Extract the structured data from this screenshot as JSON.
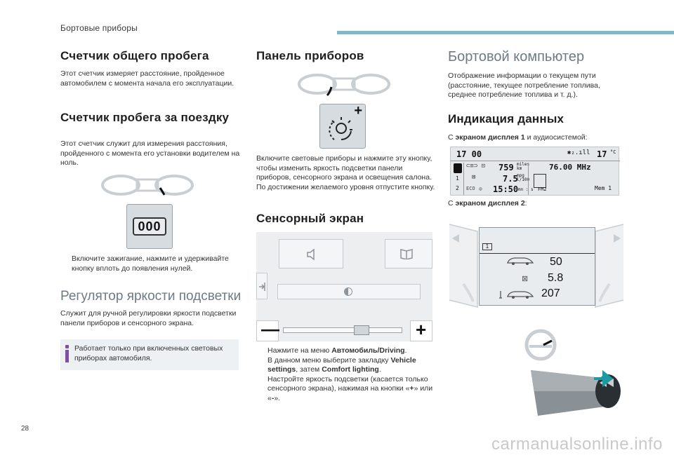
{
  "header": {
    "section_title": "Бортовые приборы"
  },
  "page_number": "28",
  "watermark": "carmanualsonline.info",
  "col1": {
    "odometer_title": "Счетчик общего пробега",
    "odometer_text": "Этот счетчик измеряет расстояние, пройденное автомобилем с момента начала его эксплуатации.",
    "trip_title": "Счетчик пробега за поездку",
    "trip_text": "Этот счетчик служит для измерения расстояния, пройденного с момента его установки водителем на ноль.",
    "trip_button_label": "000",
    "trip_bullet_mark": "",
    "trip_bullet": "Включите зажигание, нажмите и удерживайте кнопку вплоть до появления нулей.",
    "dimmer_title": "Регулятор яркости подсветки",
    "dimmer_text": "Служит для ручной регулировки яркости подсветки панели приборов и сенсорного экрана.",
    "note_text": "Работает только при включенных световых приборах автомобиля."
  },
  "col2": {
    "panel_title": "Панель приборов",
    "panel_text": "Включите световые приборы и нажмите эту кнопку, чтобы изменить яркость подсветки панели приборов, сенсорного экрана и освещения салона. По достижении желаемого уровня отпустите кнопку.",
    "plus_sign": "+",
    "touch_title": "Сенсорный экран",
    "slider_minus": "—",
    "slider_plus": "+",
    "bullets": [
      {
        "mark": "",
        "text_pre": "Нажмите на меню ",
        "bold": "Автомобиль/Driving",
        "text_post": "."
      },
      {
        "mark": "",
        "text_pre": "В данном меню выберите закладку ",
        "bold": "Vehicle settings",
        "text_post": ", затем ",
        "bold2": "Comfort lighting",
        "text_post2": "."
      },
      {
        "mark": "",
        "text_pre": "Настройте яркость подсветки (касается только сенсорного экрана), нажимая на кнопки «",
        "bold": "+",
        "text_post": "» или «",
        "bold2": "-",
        "text_post2": "»."
      }
    ]
  },
  "col3": {
    "computer_title": "Бортовой компьютер",
    "computer_text": "Отображение информации о текущем пути (расстояние, текущее потребление топлива, среднее потребление топлива и т. д.).",
    "display_title": "Индикация данных",
    "display1_pre": "С ",
    "display1_bold": "экраном дисплея 1",
    "display1_post": " и аудиосистемой:",
    "display2_pre": "С ",
    "display2_bold": "экраном дисплея 2",
    "display2_post": ":",
    "screen1": {
      "time": "17 00",
      "temp": "17",
      "temp_unit": "°C",
      "range": "759",
      "range_unit": "miles km",
      "consumption": "7.5",
      "consumption_unit": "mpg l/100",
      "trip_time": "15:50",
      "trip_time_unit": "mn : s",
      "row1": "1",
      "row2": "2",
      "eco": "ECO",
      "frequency": "76.00 MHz",
      "band": "FM2",
      "memory": "Mem 1"
    },
    "screen2": {
      "page": "1",
      "value1": "50",
      "value2": "5.8",
      "value3": "207"
    }
  }
}
